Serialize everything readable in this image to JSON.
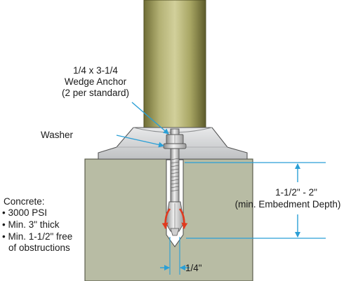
{
  "labels": {
    "anchor_line1": "1/4 x 3-1/4",
    "anchor_line2": "Wedge Anchor",
    "anchor_line3": "(2 per standard)",
    "washer": "Washer",
    "depth_line1": "1-1/2\" - 2\"",
    "depth_line2": "(min. Embedment Depth)",
    "diameter": "1/4\""
  },
  "concrete": {
    "heading": "Concrete:",
    "items": [
      "• 3000 PSI",
      "• Min. 3\" thick",
      "• Min. 1-1/2\" free",
      "of obstructions"
    ]
  },
  "colors": {
    "pole": "#a9a866",
    "concrete": "#b8bca4",
    "base_plate": "#d7d8d9",
    "leader_arrow": "#2a9fd6",
    "expansion_arrow": "#e03a1e"
  }
}
